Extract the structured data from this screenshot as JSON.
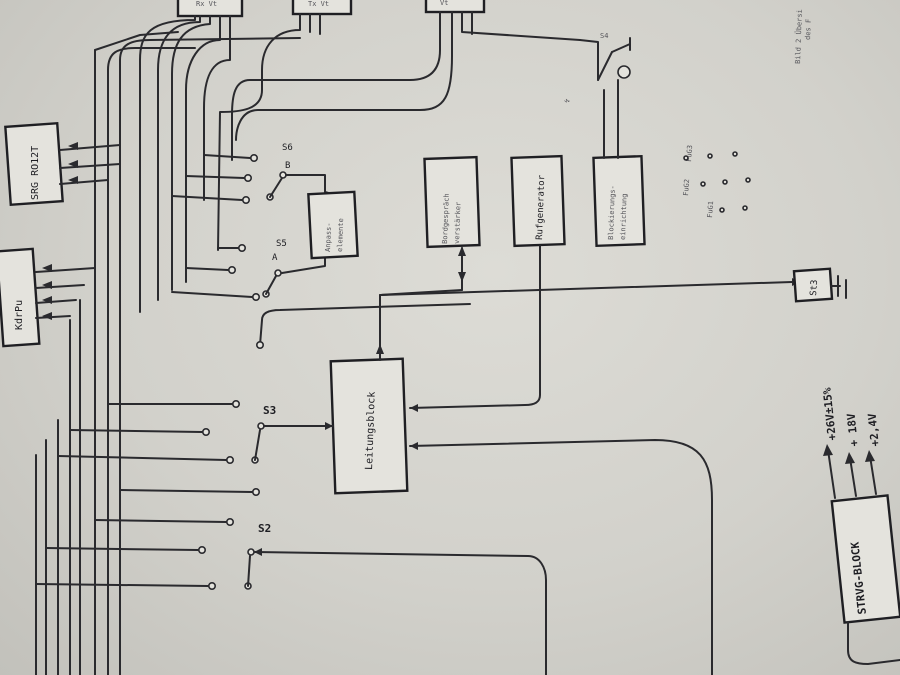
{
  "blocks": {
    "srg": "SRG RO12T",
    "kdrpu": "KdrPu",
    "anpass": "Anpass-\nelemente",
    "bordgespraech": "Bordgespräch\nverstärker",
    "rufgenerator": "Rufgenerator",
    "blockierung": "Blockierungs-\neinrichtung",
    "leitungsblock": "Leitungsblock",
    "st3": "St3",
    "stromversorgung": "STRVG-BLOCK"
  },
  "switches": {
    "s2": "S2",
    "s3": "S3",
    "s5": "S5",
    "s6": "S6",
    "s4": "S4",
    "pos_a": "A",
    "pos_b": "B"
  },
  "channels": {
    "fug1": "FuG1",
    "fug2": "FuG2",
    "fug3": "FuG3"
  },
  "voltages": {
    "v1": "+26V±15%",
    "v2": "+ 18V",
    "v3": "+2,4V"
  },
  "corner_text": {
    "line1": "Bild 2 Übersi",
    "line2": "des F"
  }
}
